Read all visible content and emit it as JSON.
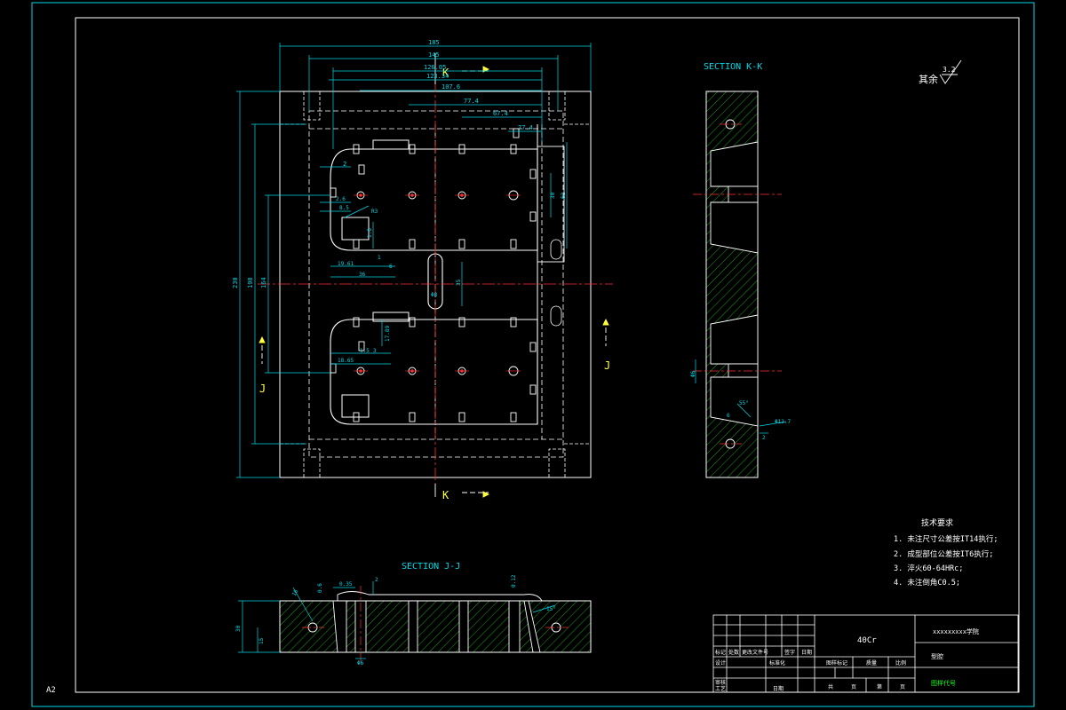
{
  "sheet": {
    "size_label": "A2"
  },
  "colors": {
    "background": "#000000",
    "outline": "#ffffff",
    "dimension": "#00d7e6",
    "centerline": "#ff3030",
    "hatch": "#19c819",
    "hidden": "#ffffff",
    "label": "#ffff40"
  },
  "main_view": {
    "cut_labels": {
      "k_top": "K",
      "k_bottom": "K",
      "j_left": "J",
      "j_right": "J"
    },
    "dims": {
      "d185": "185",
      "d145": "145",
      "d126": "126.05",
      "d123": "123.34",
      "d107": "107.6",
      "d77a": "77.4",
      "d67": "67.4",
      "d77b": "77.4",
      "d230": "230",
      "d198": "198",
      "d164": "164",
      "d2": "2",
      "d26": "2.6",
      "d85": "8.5",
      "dR3": "R3",
      "d16": "1.6",
      "d1961": "19.61",
      "d36": "36",
      "d6": "6",
      "d1": "1",
      "d30": "30",
      "d62": "62",
      "d88": "Φ8",
      "d35": "35",
      "d1789": "17.89",
      "d1865": "18.65",
      "d3": "3",
      "d15": "1.5"
    }
  },
  "section_kk": {
    "title": "SECTION K-K",
    "dims": {
      "phi6": "Φ6",
      "a": "55°",
      "b": "Φ12.7",
      "c": "2",
      "d": "6"
    }
  },
  "section_jj": {
    "title": "SECTION J-J",
    "dims": {
      "d16": "16",
      "d06": "0.6",
      "d035": "0.35",
      "d2": "2",
      "d012": "0.12",
      "d30": "30",
      "d15": "15",
      "phi6": "Φ6",
      "deg": "15°"
    }
  },
  "roughness": {
    "label": "其余",
    "value": "3.2"
  },
  "tech_requirements": {
    "title": "技术要求",
    "items": [
      "1. 未注尺寸公差按IT14执行;",
      "2. 成型部位公差按IT6执行;",
      "3. 淬火60-64HRc;",
      "4. 未注倒角C0.5;"
    ]
  },
  "title_block": {
    "material": "40Cr",
    "school": "xxxxxxxxx学院",
    "part_name": "型腔",
    "drawing_no": "图样代号",
    "headers_row1": [
      "标记",
      "处数",
      "更改文件号",
      "签字",
      "日期"
    ],
    "headers_row2": [
      "设计",
      "标准化"
    ],
    "headers_row3": [
      "审核"
    ],
    "headers_row4": [
      "工艺",
      "日期"
    ],
    "mark_cells": [
      "图样标记",
      "质量",
      "比例"
    ],
    "sheet_cells": [
      "共",
      "页",
      "第",
      "页"
    ]
  }
}
